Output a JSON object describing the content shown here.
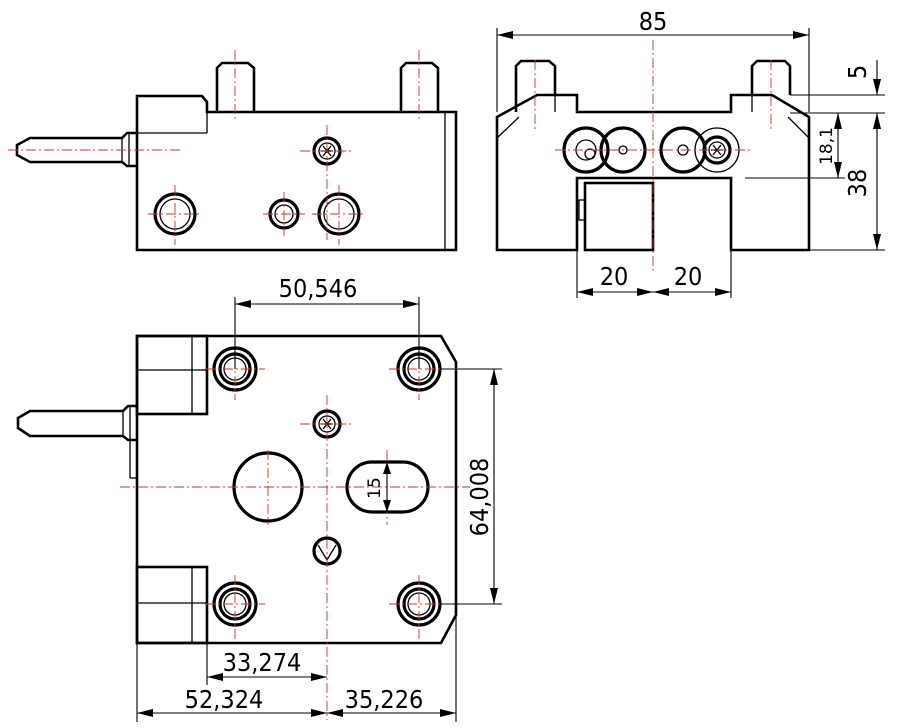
{
  "dimensions": {
    "width_top": "85",
    "height_step": "5",
    "height_total": "38",
    "height_bore": "18,1",
    "slot_left": "20",
    "slot_right": "20",
    "hole_spacing_x": "50,546",
    "hole_spacing_y": "64,008",
    "slot_width": "15",
    "offset_small": "33,274",
    "offset_left": "52,324",
    "offset_right": "35,226"
  }
}
